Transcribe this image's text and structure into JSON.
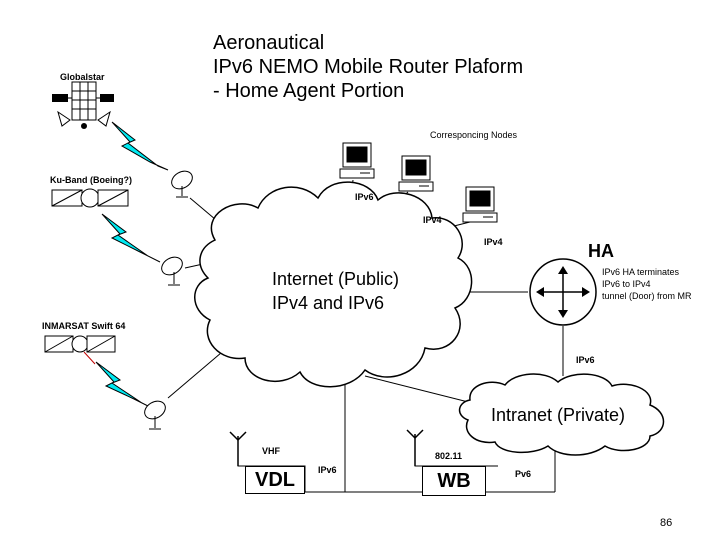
{
  "title": {
    "line1": "Aeronautical",
    "line2": "IPv6 NEMO Mobile Router Plaform",
    "line3": "- Home Agent Portion"
  },
  "satellites": {
    "globalstar": "Globalstar",
    "ku_band": "Ku-Band (Boeing?)",
    "inmarsat": "INMARSAT Swift 64"
  },
  "corresponding_nodes": {
    "label": "Corresponcing Nodes",
    "links": [
      "IPv6",
      "IPv4",
      "IPv4"
    ]
  },
  "internet": {
    "line1": "Internet (Public)",
    "line2": "IPv4 and IPv6"
  },
  "home_agent": {
    "label": "HA",
    "note_lines": [
      "IPv6 HA terminates",
      "IPv6 to IPv4",
      "tunnel (Door) from MR"
    ]
  },
  "intranet": {
    "label": "Intranet (Private)",
    "link": "IPv6"
  },
  "vdl": {
    "box": "VDL",
    "band": "VHF",
    "link": "IPv6"
  },
  "wb": {
    "box": "WB",
    "band": "802.11",
    "link": "Pv6"
  },
  "page_number": "86",
  "colors": {
    "lightning": "#00e8f0",
    "line": "#000000"
  }
}
